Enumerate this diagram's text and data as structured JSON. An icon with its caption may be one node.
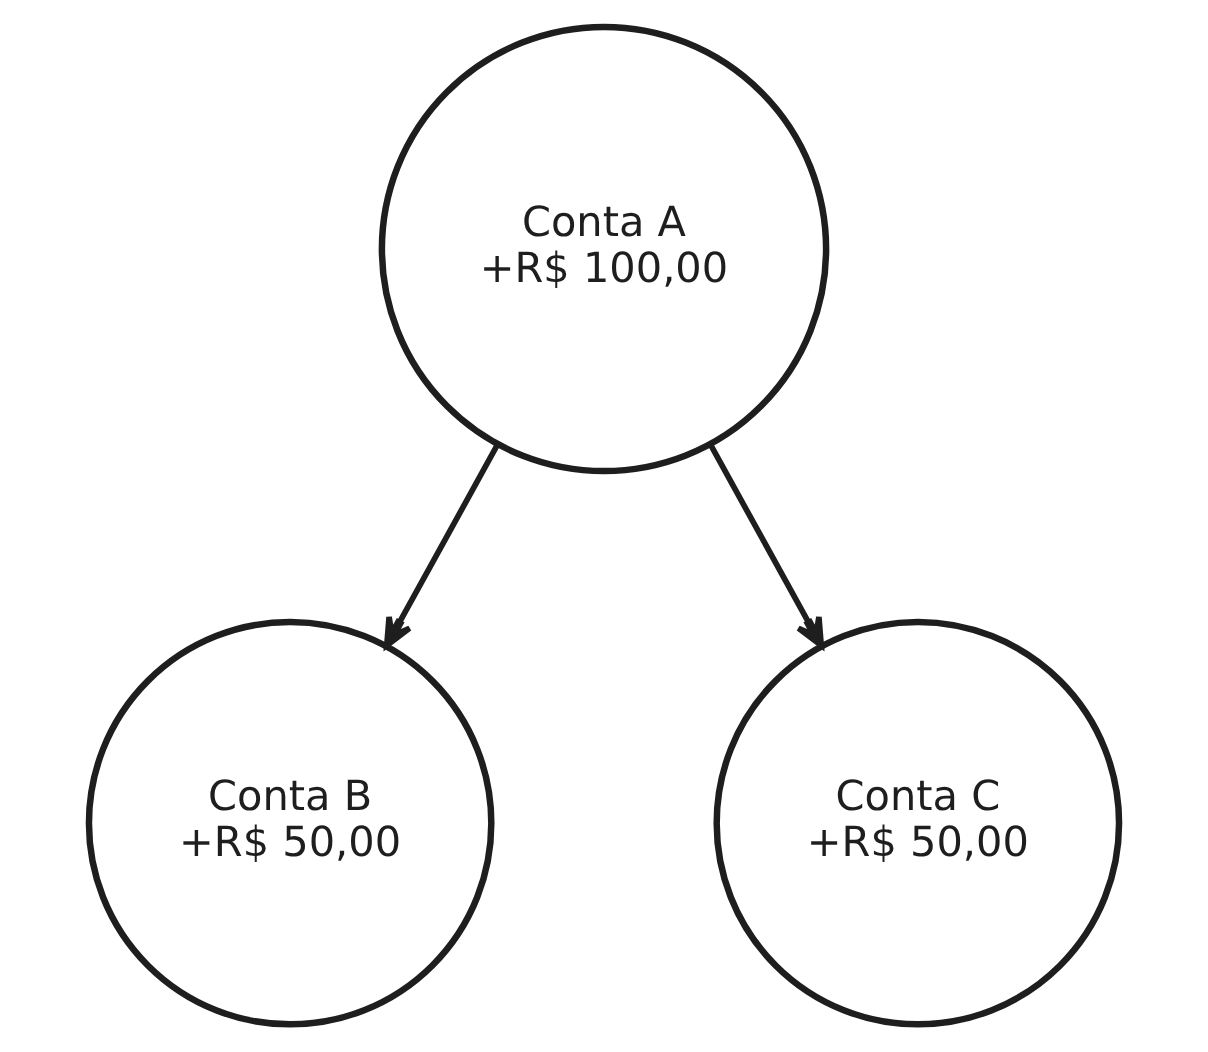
{
  "diagram": {
    "nodes": [
      {
        "text": [
          "Conta A",
          "+R$ 100,00"
        ]
      },
      {
        "text": [
          "Conta B",
          "+R$ 50,00"
        ]
      },
      {
        "text": [
          "Conta C",
          "+R$ 50,00"
        ]
      }
    ],
    "edges": [
      {
        "from": 0,
        "to": 1,
        "arrow": "to"
      },
      {
        "from": 0,
        "to": 2,
        "arrow": "to"
      }
    ]
  }
}
